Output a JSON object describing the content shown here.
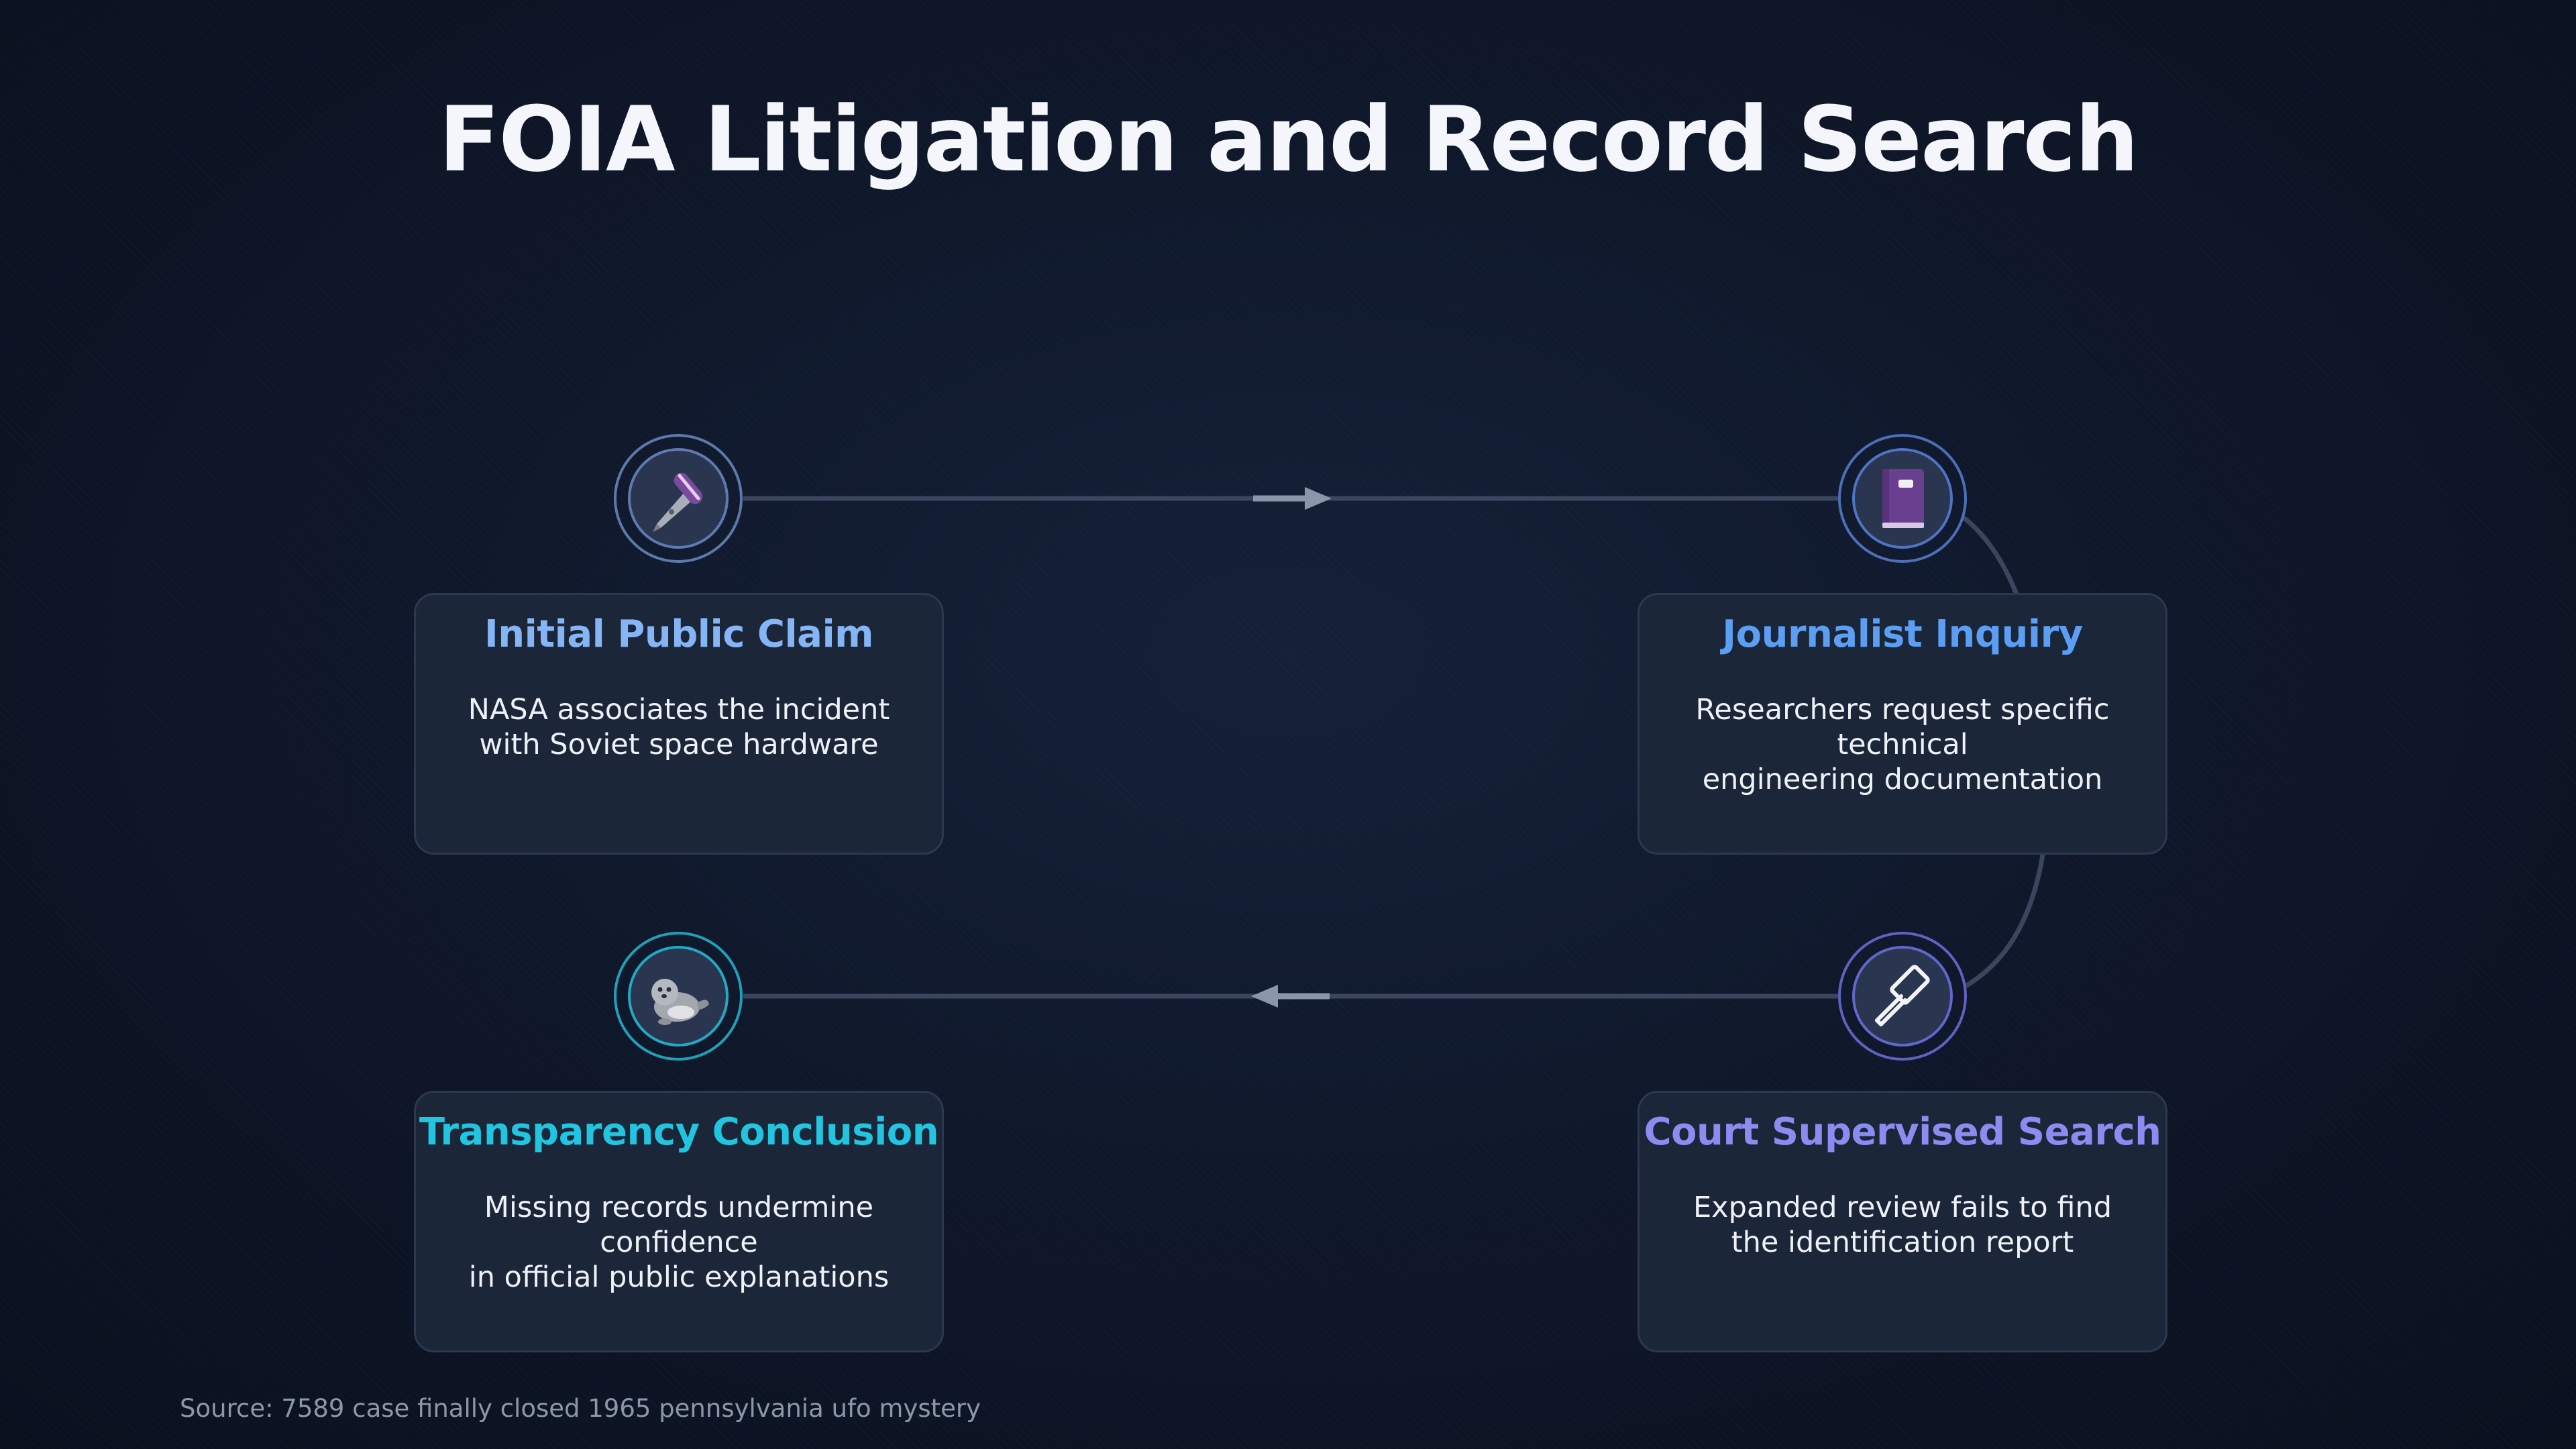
{
  "title": "FOIA Litigation and Record Search",
  "colors": {
    "background": "#0e1628",
    "connector": "#3b465e",
    "arrow": "#8c96aa",
    "card_bg": "#1b2639",
    "title_blue_light": "#86b5f5",
    "title_blue": "#5b9ef2",
    "title_cyan": "#22c5e0",
    "title_violet": "#8a8cf0"
  },
  "steps": [
    {
      "title": "Initial Public Claim",
      "description": "NASA associates the incident\nwith Soviet space hardware",
      "icon": "microphone-icon",
      "title_color": "#86b5f5"
    },
    {
      "title": "Journalist Inquiry",
      "description": "Researchers request specific technical\nengineering documentation",
      "icon": "book-icon",
      "title_color": "#5b9ef2"
    },
    {
      "title": "Court Supervised Search",
      "description": "Expanded review fails to find\nthe identification report",
      "icon": "gavel-icon",
      "title_color": "#8a8cf0"
    },
    {
      "title": "Transparency Conclusion",
      "description": "Missing records undermine confidence\nin official public explanations",
      "icon": "seal-icon",
      "title_color": "#22c5e0"
    }
  ],
  "source": "Source: 7589 case finally closed 1965 pennsylvania ufo mystery"
}
